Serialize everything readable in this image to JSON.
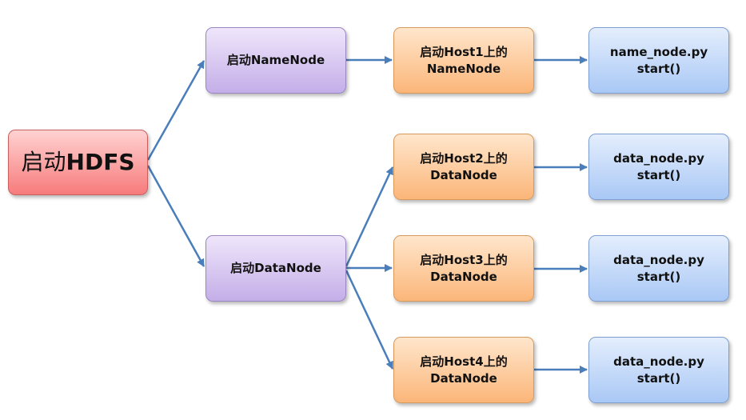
{
  "root": {
    "prefix": "启动",
    "label": "HDFS"
  },
  "namenode_start": {
    "label": "启动NameNode"
  },
  "datanode_start": {
    "label": "启动DataNode"
  },
  "host1": {
    "line1": "启动Host1上的",
    "line2": "NameNode"
  },
  "host2": {
    "line1": "启动Host2上的",
    "line2": "DataNode"
  },
  "host3": {
    "line1": "启动Host3上的",
    "line2": "DataNode"
  },
  "host4": {
    "line1": "启动Host4上的",
    "line2": "DataNode"
  },
  "code1": {
    "line1": "name_node.py",
    "line2": "start()"
  },
  "code2": {
    "line1": "data_node.py",
    "line2": "start()"
  },
  "code3": {
    "line1": "data_node.py",
    "line2": "start()"
  },
  "code4": {
    "line1": "data_node.py",
    "line2": "start()"
  },
  "colors": {
    "arrow": "#4a7ebb"
  }
}
